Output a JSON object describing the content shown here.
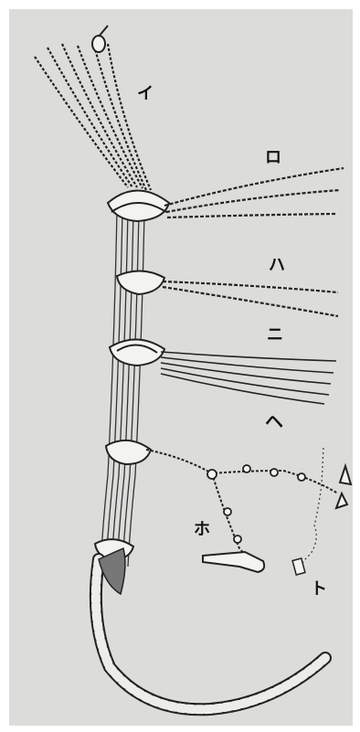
{
  "labels": {
    "i": "イ",
    "ro": "ロ",
    "ha": "ハ",
    "ni": "ニ",
    "he": "ヘ",
    "ho": "ホ",
    "to": "ト"
  },
  "colors": {
    "paper": "#dcdcda",
    "ink": "#111111",
    "rope_light": "#efefec",
    "rope_dark": "#7a7a7a"
  }
}
